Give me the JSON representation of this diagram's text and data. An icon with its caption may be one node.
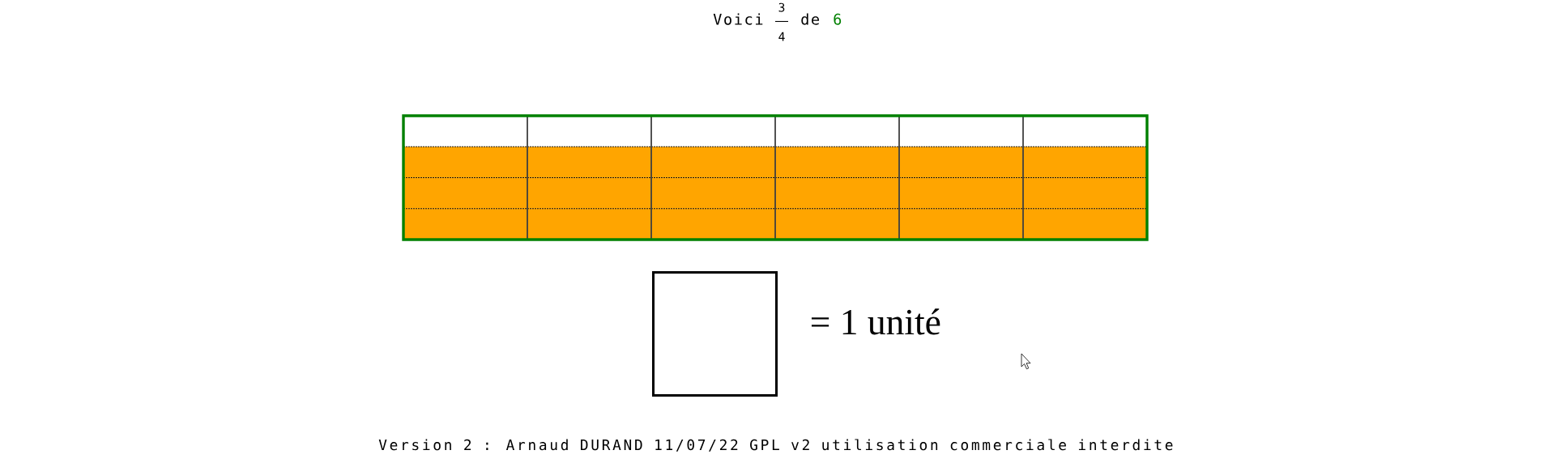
{
  "diagram": {
    "nodes": [
      {
        "text": [],
        "shape": "box",
        "beside": [
          "= 1 unité"
        ]
      }
    ],
    "labels": [
      "Voici",
      "3",
      "4",
      "de",
      "6",
      "Version 2 : Arnaud DURAND 11/07/22 GPL v2 utilisation commerciale interdite"
    ]
  }
}
